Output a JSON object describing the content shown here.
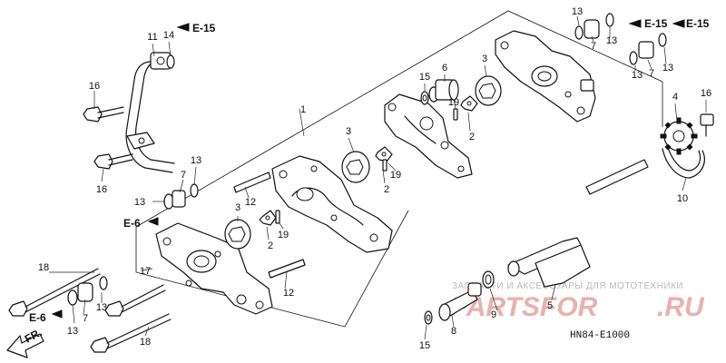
{
  "callouts": {
    "c1": "1",
    "c2a": "2",
    "c2b": "2",
    "c2c": "2",
    "c3a": "3",
    "c3b": "3",
    "c3c": "3",
    "c4": "4",
    "c5": "5",
    "c6": "6",
    "c7a": "7",
    "c7b": "7",
    "c7c": "7",
    "c7d": "7",
    "c8": "8",
    "c9": "9",
    "c10": "10",
    "c11": "11",
    "c12a": "12",
    "c12b": "12",
    "c13a": "13",
    "c13b": "13",
    "c13c": "13",
    "c13d": "13",
    "c13e": "13",
    "c13f": "13",
    "c13g": "13",
    "c14": "14",
    "c15a": "15",
    "c15b": "15",
    "c16a": "16",
    "c16b": "16",
    "c16c": "16",
    "c17": "17",
    "c18a": "18",
    "c18b": "18",
    "c19a": "19",
    "c19b": "19",
    "c19c": "19"
  },
  "references": {
    "e15_left": "E-15",
    "e15_right_a": "E-15",
    "e15_right_b": "E-15",
    "e6_mid": "E-6",
    "e6_low": "E-6"
  },
  "front_marker": "FR.",
  "diagram_code": "HN84-E1000",
  "watermark": {
    "tagline": "ЗАПЧАСТИ И АКСЕССУАРЫ ДЛЯ МОТОТЕХНИКИ",
    "brand": "PARTSFOR",
    "domain": ".RU"
  }
}
